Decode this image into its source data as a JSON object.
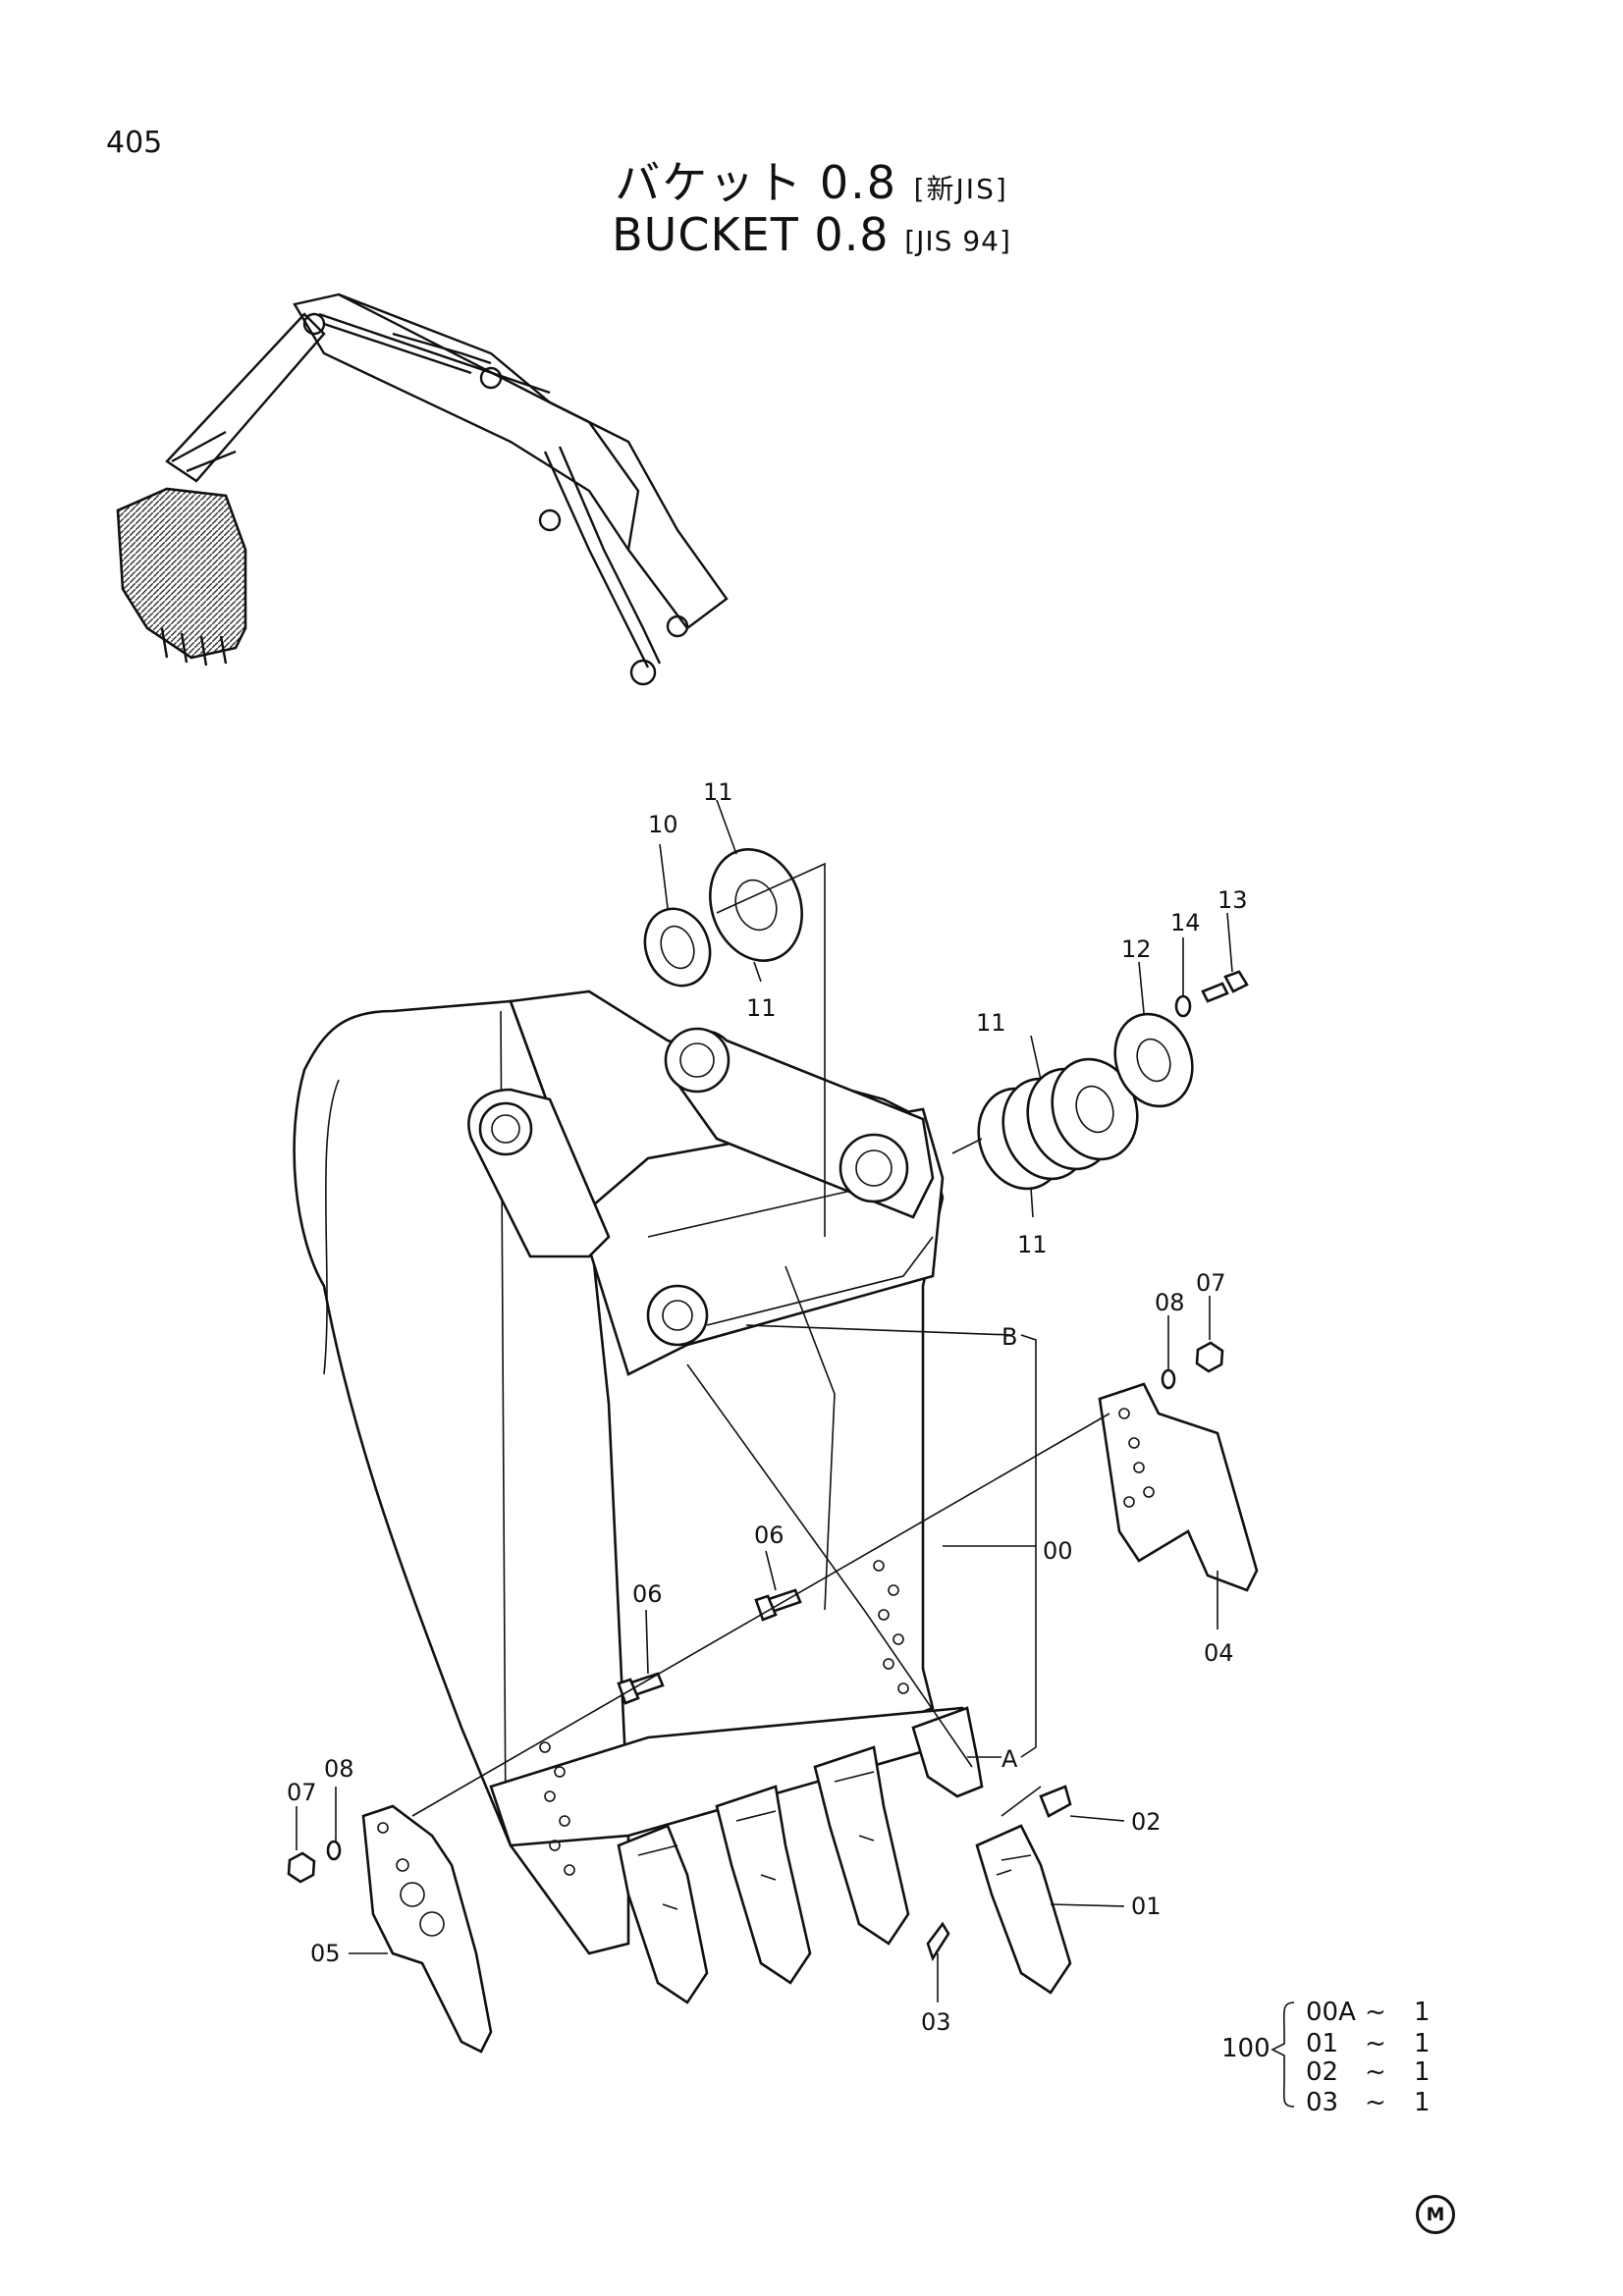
{
  "page_number": "405",
  "title": {
    "jp": "バケット 0.8",
    "jp_tag": "[新JIS]",
    "en": "BUCKET  0.8",
    "en_tag": "[JIS 94]"
  },
  "callouts": [
    {
      "id": "c10a",
      "label": "10"
    },
    {
      "id": "c11a",
      "label": "11"
    },
    {
      "id": "c11b",
      "label": "11"
    },
    {
      "id": "c14",
      "label": "14"
    },
    {
      "id": "c13",
      "label": "13"
    },
    {
      "id": "c12",
      "label": "12"
    },
    {
      "id": "c11c",
      "label": "11"
    },
    {
      "id": "c11d",
      "label": "11"
    },
    {
      "id": "c08a",
      "label": "08"
    },
    {
      "id": "c07a",
      "label": "07"
    },
    {
      "id": "cB",
      "label": "B"
    },
    {
      "id": "c06a",
      "label": "06"
    },
    {
      "id": "c06b",
      "label": "06"
    },
    {
      "id": "c00",
      "label": "00"
    },
    {
      "id": "c04",
      "label": "04"
    },
    {
      "id": "cA",
      "label": "A"
    },
    {
      "id": "c07b",
      "label": "07"
    },
    {
      "id": "c08b",
      "label": "08"
    },
    {
      "id": "c02",
      "label": "02"
    },
    {
      "id": "c01",
      "label": "01"
    },
    {
      "id": "c05",
      "label": "05"
    },
    {
      "id": "c03",
      "label": "03"
    }
  ],
  "kit": {
    "number": "100",
    "items": [
      {
        "part": "00A",
        "sep": "~",
        "qty": "1"
      },
      {
        "part": "01",
        "sep": "~",
        "qty": "1"
      },
      {
        "part": "02",
        "sep": "~",
        "qty": "1"
      },
      {
        "part": "03",
        "sep": "~",
        "qty": "1"
      }
    ]
  },
  "manufacturer_mark": "M",
  "colors": {
    "ink": "#111111",
    "paper": "#ffffff",
    "shade": "#555555"
  }
}
